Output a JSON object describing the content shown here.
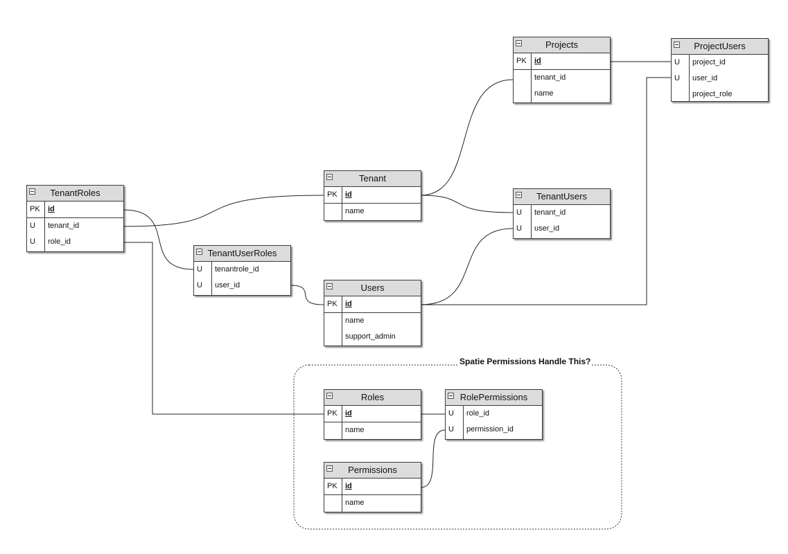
{
  "entities": {
    "projects": {
      "title": "Projects",
      "rows": [
        [
          "PK",
          "id"
        ],
        [
          "",
          "tenant_id"
        ],
        [
          "",
          "name"
        ]
      ]
    },
    "projectusers": {
      "title": "ProjectUsers",
      "rows": [
        [
          "U",
          "project_id"
        ],
        [
          "U",
          "user_id"
        ],
        [
          "",
          "project_role"
        ]
      ]
    },
    "tenantroles": {
      "title": "TenantRoles",
      "rows": [
        [
          "PK",
          "id"
        ],
        [
          "U",
          "tenant_id"
        ],
        [
          "U",
          "role_id"
        ]
      ]
    },
    "tenant": {
      "title": "Tenant",
      "rows": [
        [
          "PK",
          "id"
        ],
        [
          "",
          "name"
        ]
      ]
    },
    "tenantusers": {
      "title": "TenantUsers",
      "rows": [
        [
          "U",
          "tenant_id"
        ],
        [
          "U",
          "user_id"
        ]
      ]
    },
    "tenantuserroles": {
      "title": "TenantUserRoles",
      "rows": [
        [
          "U",
          "tenantrole_id"
        ],
        [
          "U",
          "user_id"
        ]
      ]
    },
    "users": {
      "title": "Users",
      "rows": [
        [
          "PK",
          "id"
        ],
        [
          "",
          "name"
        ],
        [
          "",
          "support_admin"
        ]
      ]
    },
    "roles": {
      "title": "Roles",
      "rows": [
        [
          "PK",
          "id"
        ],
        [
          "",
          "name"
        ]
      ]
    },
    "rolepermissions": {
      "title": "RolePermissions",
      "rows": [
        [
          "U",
          "role_id"
        ],
        [
          "U",
          "permission_id"
        ]
      ]
    },
    "permissions": {
      "title": "Permissions",
      "rows": [
        [
          "PK",
          "id"
        ],
        [
          "",
          "name"
        ]
      ]
    }
  },
  "group": {
    "label": "Spatie Permissions Handle This?"
  },
  "relationships": [
    {
      "from": "projects.id",
      "to": "projectusers.project_id"
    },
    {
      "from": "tenant.id",
      "to": "projects.tenant_id"
    },
    {
      "from": "tenant.id",
      "to": "tenantusers.tenant_id"
    },
    {
      "from": "tenant.id",
      "to": "tenantroles.tenant_id"
    },
    {
      "from": "tenantroles.id",
      "to": "tenantuserroles.tenantrole_id"
    },
    {
      "from": "tenantuserroles.user_id",
      "to": "users.id"
    },
    {
      "from": "users.id",
      "to": "tenantusers.user_id"
    },
    {
      "from": "users.id",
      "to": "projectusers.user_id"
    },
    {
      "from": "tenantroles.role_id",
      "to": "roles.id"
    },
    {
      "from": "roles.id",
      "to": "rolepermissions.role_id"
    },
    {
      "from": "permissions.id",
      "to": "rolepermissions.permission_id"
    }
  ]
}
